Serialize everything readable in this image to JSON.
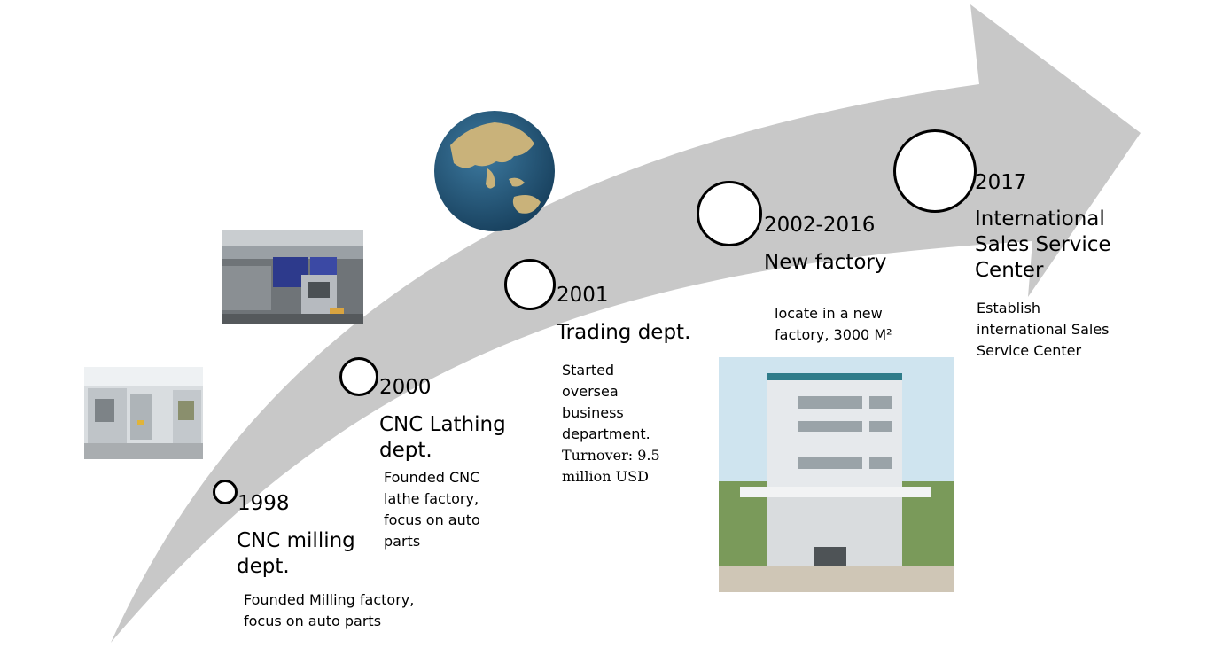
{
  "milestones": [
    {
      "year": "1998",
      "title_line1": "CNC milling",
      "title_line2": "dept.",
      "desc_line1": "Founded Milling factory,",
      "desc_line2": "focus on auto parts"
    },
    {
      "year": "2000",
      "title_line1": "CNC Lathing",
      "title_line2": "dept.",
      "desc_line1": "Founded CNC",
      "desc_line2": "lathe factory,",
      "desc_line3": "focus on auto",
      "desc_line4": "parts"
    },
    {
      "year": "2001",
      "title_line1": "Trading dept.",
      "desc_line1": "Started",
      "desc_line2": "oversea",
      "desc_line3": "business",
      "desc_line4": "department.",
      "extra_line1": "Turnover: 9.5",
      "extra_line2": "million USD"
    },
    {
      "year": "2002-2016",
      "title_line1": "New factory",
      "desc_line1": "locate in a new",
      "desc_line2": "factory, 3000 M²"
    },
    {
      "year": "2017",
      "title_line1": "International",
      "title_line2": "Sales Service",
      "title_line3": "Center",
      "desc_line1": "Establish",
      "desc_line2": "international Sales",
      "desc_line3": "Service Center"
    }
  ],
  "colors": {
    "arrow": "#c8c8c8",
    "globe_ocean": "#1f5a7e",
    "globe_land": "#c9b27a"
  },
  "icons": [
    "globe-icon"
  ]
}
